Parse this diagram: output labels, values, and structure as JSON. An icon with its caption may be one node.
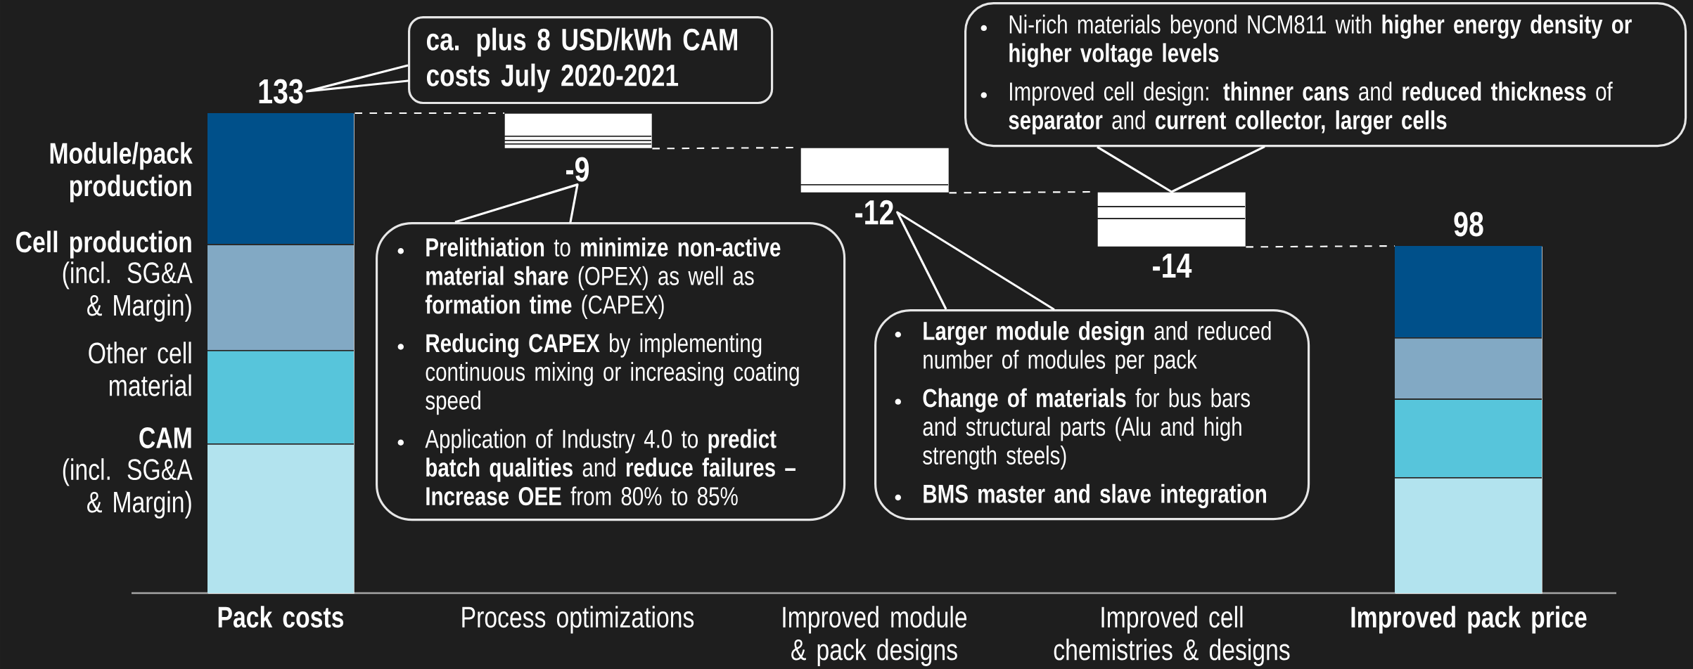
{
  "diagram": {
    "nodes": [
      {
        "text": [
          "133"
        ]
      },
      {
        "text": [
          "ca. plus 8 USD/kWh CAM costs July 2020-2021"
        ]
      },
      {
        "text": [
          "-9"
        ]
      },
      {
        "text": [
          "**Prelithiation** to **minimize non-active material share** (OPEX) as well as **formation time** (CAPEX)",
          "**Reducing CAPEX** by implementing continuous mixing or increasing coating speed",
          "Application of Industry 4.0 to **predict batch qualities** and **reduce failures – Increase OEE** from 80% to 85%"
        ]
      },
      {
        "text": [
          "-12"
        ]
      },
      {
        "text": [
          "**Larger module design** and reduced number of modules per pack",
          "**Change of materials** for bus bars and structural parts (Alu and high strength steels)",
          "BMS master and slave integration"
        ]
      },
      {
        "text": [
          "Ni-rich materials beyond NCM811 with **higher energy density or higher voltage levels**",
          "Improved cell design: **thinner cans** and **reduced thickness** of **separator** and **current collector, larger cells**"
        ]
      },
      {
        "text": [],
        "shape": "bar"
      },
      {
        "text": [],
        "shape": "bar"
      },
      {
        "text": [],
        "shape": "bar"
      },
      {
        "text": [],
        "shape": "bar"
      },
      {
        "text": [],
        "shape": "bar"
      }
    ],
    "edges": [
      {
        "from": 1,
        "to": 0,
        "arrow": "none"
      },
      {
        "from": 3,
        "to": 2,
        "arrow": "none"
      },
      {
        "from": 5,
        "to": 4,
        "arrow": "none"
      },
      {
        "from": 6,
        "to": 7,
        "arrow": "none"
      },
      {
        "from": 8,
        "to": 9,
        "arrow": "none",
        "style": "dashed"
      },
      {
        "from": 9,
        "to": 10,
        "arrow": "none",
        "style": "dashed"
      },
      {
        "from": 10,
        "to": 7,
        "arrow": "none",
        "style": "dashed"
      },
      {
        "from": 7,
        "to": 11,
        "arrow": "none",
        "style": "dashed"
      }
    ],
    "labels": [
      "Module/pack production",
      "Cell production",
      "(incl. SG&A & Margin)",
      "Other cell material",
      "CAM",
      "(incl. SG&A & Margin)",
      "-14",
      "98",
      "Pack costs",
      "Process optimizations",
      "Improved module & pack designs",
      "Improved cell chemistries & designs",
      "Improved pack price"
    ]
  }
}
